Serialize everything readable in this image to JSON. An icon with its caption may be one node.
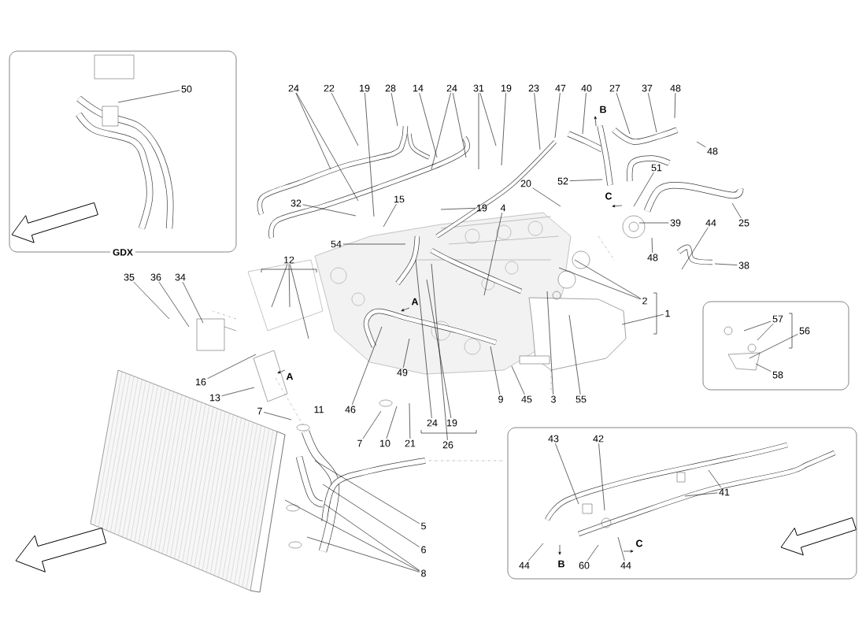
{
  "diagram": {
    "nodes": [
      {
        "text": [
          "GDX"
        ]
      },
      {
        "text": [
          "50"
        ],
        "in": 0
      },
      {
        "text": [],
        "shape": "box"
      },
      {
        "text": [
          "57"
        ],
        "in": 2
      },
      {
        "text": [
          "56"
        ],
        "in": 2
      },
      {
        "text": [
          "58"
        ],
        "in": 2
      },
      {
        "text": [],
        "shape": "box"
      },
      {
        "text": [
          "43"
        ],
        "in": 6
      },
      {
        "text": [
          "42"
        ],
        "in": 6
      },
      {
        "text": [
          "41"
        ],
        "in": 6
      },
      {
        "text": [
          "44"
        ],
        "in": 6
      },
      {
        "text": [
          "60"
        ],
        "in": 6
      },
      {
        "text": [
          "44"
        ],
        "in": 6
      },
      {
        "text": [
          "24"
        ]
      },
      {
        "text": [
          "22"
        ]
      },
      {
        "text": [
          "19"
        ]
      },
      {
        "text": [
          "28"
        ]
      },
      {
        "text": [
          "14"
        ]
      },
      {
        "text": [
          "24"
        ]
      },
      {
        "text": [
          "31"
        ]
      },
      {
        "text": [
          "19"
        ]
      },
      {
        "text": [
          "23"
        ]
      },
      {
        "text": [
          "47"
        ]
      },
      {
        "text": [
          "40"
        ]
      },
      {
        "text": [
          "27"
        ]
      },
      {
        "text": [
          "37"
        ]
      },
      {
        "text": [
          "48"
        ]
      },
      {
        "text": [
          "48"
        ]
      },
      {
        "text": [
          "52"
        ]
      },
      {
        "text": [
          "51"
        ]
      },
      {
        "text": [
          "20"
        ]
      },
      {
        "text": [
          "19"
        ]
      },
      {
        "text": [
          "4"
        ]
      },
      {
        "text": [
          "15"
        ]
      },
      {
        "text": [
          "32"
        ]
      },
      {
        "text": [
          "54"
        ]
      },
      {
        "text": [
          "39"
        ]
      },
      {
        "text": [
          "44"
        ]
      },
      {
        "text": [
          "25"
        ]
      },
      {
        "text": [
          "48"
        ]
      },
      {
        "text": [
          "38"
        ]
      },
      {
        "text": [
          "12"
        ]
      },
      {
        "text": [
          "35"
        ]
      },
      {
        "text": [
          "36"
        ]
      },
      {
        "text": [
          "34"
        ]
      },
      {
        "text": [
          "2"
        ]
      },
      {
        "text": [
          "1"
        ]
      },
      {
        "text": [
          "16"
        ]
      },
      {
        "text": [
          "13"
        ]
      },
      {
        "text": [
          "49"
        ]
      },
      {
        "text": [
          "7"
        ]
      },
      {
        "text": [
          "46"
        ]
      },
      {
        "text": [
          "9"
        ]
      },
      {
        "text": [
          "45"
        ]
      },
      {
        "text": [
          "3"
        ]
      },
      {
        "text": [
          "55"
        ]
      },
      {
        "text": [
          "7"
        ]
      },
      {
        "text": [
          "10"
        ]
      },
      {
        "text": [
          "21"
        ]
      },
      {
        "text": [
          "24"
        ]
      },
      {
        "text": [
          "19"
        ]
      },
      {
        "text": [
          "26"
        ]
      },
      {
        "text": [
          "5"
        ]
      },
      {
        "text": [
          "6"
        ]
      },
      {
        "text": [
          "8"
        ]
      }
    ],
    "edges": [
      {
        "from": 1,
        "to": null,
        "arrow": "none"
      },
      {
        "from": 3,
        "to": null,
        "arrow": "none"
      },
      {
        "from": 3,
        "to": null,
        "arrow": "none"
      },
      {
        "from": 4,
        "to": null,
        "arrow": "none"
      },
      {
        "from": 5,
        "to": null,
        "arrow": "none"
      },
      {
        "from": 7,
        "to": null,
        "arrow": "none"
      },
      {
        "from": 8,
        "to": null,
        "arrow": "none"
      },
      {
        "from": 9,
        "to": null,
        "arrow": "none"
      },
      {
        "from": 9,
        "to": null,
        "arrow": "none"
      },
      {
        "from": 10,
        "to": null,
        "arrow": "none"
      },
      {
        "from": 11,
        "to": null,
        "arrow": "none"
      },
      {
        "from": 12,
        "to": null,
        "arrow": "none"
      },
      {
        "from": 13,
        "to": null,
        "arrow": "none"
      },
      {
        "from": 13,
        "to": null,
        "arrow": "none"
      },
      {
        "from": 14,
        "to": null,
        "arrow": "none"
      },
      {
        "from": 15,
        "to": null,
        "arrow": "none"
      },
      {
        "from": 16,
        "to": null,
        "arrow": "none"
      },
      {
        "from": 17,
        "to": null,
        "arrow": "none"
      },
      {
        "from": 18,
        "to": null,
        "arrow": "none"
      },
      {
        "from": 18,
        "to": null,
        "arrow": "none"
      },
      {
        "from": 19,
        "to": null,
        "arrow": "none"
      },
      {
        "from": 19,
        "to": null,
        "arrow": "none"
      },
      {
        "from": 20,
        "to": null,
        "arrow": "none"
      },
      {
        "from": 21,
        "to": null,
        "arrow": "none"
      },
      {
        "from": 22,
        "to": null,
        "arrow": "none"
      },
      {
        "from": 23,
        "to": null,
        "arrow": "none"
      },
      {
        "from": 24,
        "to": null,
        "arrow": "none"
      },
      {
        "from": 25,
        "to": null,
        "arrow": "none"
      },
      {
        "from": 26,
        "to": null,
        "arrow": "none"
      },
      {
        "from": 27,
        "to": null,
        "arrow": "none"
      },
      {
        "from": 28,
        "to": null,
        "arrow": "none"
      },
      {
        "from": 29,
        "to": null,
        "arrow": "none"
      },
      {
        "from": 30,
        "to": null,
        "arrow": "none"
      },
      {
        "from": 31,
        "to": null,
        "arrow": "none"
      },
      {
        "from": 32,
        "to": null,
        "arrow": "none"
      },
      {
        "from": 33,
        "to": null,
        "arrow": "none"
      },
      {
        "from": 34,
        "to": null,
        "arrow": "none"
      },
      {
        "from": 35,
        "to": null,
        "arrow": "none"
      },
      {
        "from": 36,
        "to": null,
        "arrow": "none"
      },
      {
        "from": 37,
        "to": null,
        "arrow": "none"
      },
      {
        "from": 38,
        "to": null,
        "arrow": "none"
      },
      {
        "from": 39,
        "to": null,
        "arrow": "none"
      },
      {
        "from": 40,
        "to": null,
        "arrow": "none"
      },
      {
        "from": 41,
        "to": null,
        "arrow": "none"
      },
      {
        "from": 41,
        "to": null,
        "arrow": "none"
      },
      {
        "from": 41,
        "to": null,
        "arrow": "none"
      },
      {
        "from": 42,
        "to": null,
        "arrow": "none"
      },
      {
        "from": 43,
        "to": null,
        "arrow": "none"
      },
      {
        "from": 44,
        "to": null,
        "arrow": "none"
      },
      {
        "from": 45,
        "to": null,
        "arrow": "none"
      },
      {
        "from": 45,
        "to": null,
        "arrow": "none"
      },
      {
        "from": 46,
        "to": null,
        "arrow": "none"
      },
      {
        "from": 47,
        "to": null,
        "arrow": "none"
      },
      {
        "from": 48,
        "to": null,
        "arrow": "none"
      },
      {
        "from": 49,
        "to": null,
        "arrow": "none"
      },
      {
        "from": 50,
        "to": null,
        "arrow": "none"
      },
      {
        "from": 51,
        "to": null,
        "arrow": "none"
      },
      {
        "from": 52,
        "to": null,
        "arrow": "none"
      },
      {
        "from": 53,
        "to": null,
        "arrow": "none"
      },
      {
        "from": 54,
        "to": null,
        "arrow": "none"
      },
      {
        "from": 55,
        "to": null,
        "arrow": "none"
      },
      {
        "from": 56,
        "to": null,
        "arrow": "none"
      },
      {
        "from": 57,
        "to": null,
        "arrow": "none"
      },
      {
        "from": 58,
        "to": null,
        "arrow": "none"
      },
      {
        "from": 59,
        "to": null,
        "arrow": "none"
      },
      {
        "from": 60,
        "to": null,
        "arrow": "none"
      },
      {
        "from": 61,
        "to": null,
        "arrow": "none"
      },
      {
        "from": 62,
        "to": null,
        "arrow": "none"
      },
      {
        "from": 63,
        "to": null,
        "arrow": "none"
      },
      {
        "from": 64,
        "to": null,
        "arrow": "none"
      },
      {
        "from": 64,
        "to": null,
        "arrow": "none"
      },
      {
        "from": 64,
        "to": null,
        "arrow": "none"
      }
    ],
    "labels": [
      "B",
      "C",
      "A",
      "A",
      "11",
      "C",
      "B"
    ]
  }
}
